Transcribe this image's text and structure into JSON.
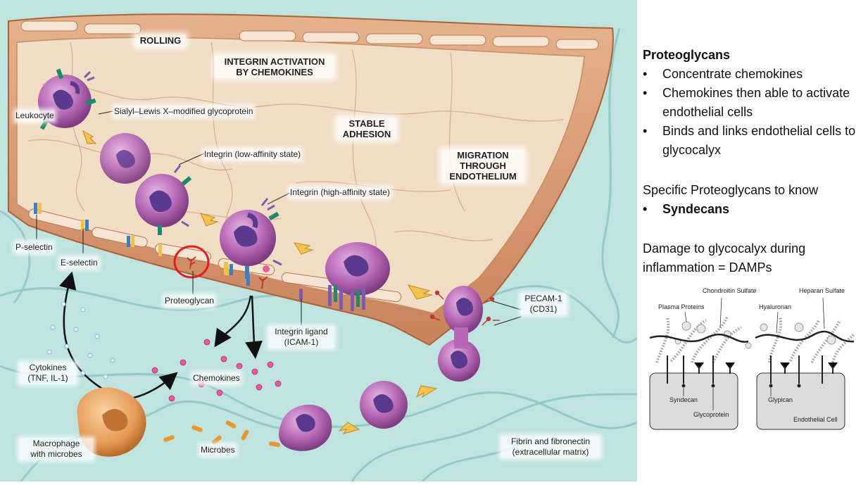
{
  "illustration": {
    "stages": {
      "rolling": "ROLLING",
      "integrin_activation_1": "INTEGRIN ACTIVATION",
      "integrin_activation_2": "BY CHEMOKINES",
      "stable_1": "STABLE",
      "stable_2": "ADHESION",
      "migration_1": "MIGRATION",
      "migration_2": "THROUGH",
      "migration_3": "ENDOTHELIUM"
    },
    "labels": {
      "leukocyte": "Leukocyte",
      "sialyl": "Sialyl–Lewis X–modified glycoprotein",
      "integrin_low": "Integrin (low-affinity state)",
      "integrin_high": "Integrin (high-affinity state)",
      "p_selectin": "P-selectin",
      "e_selectin": "E-selectin",
      "proteoglycan": "Proteoglycan",
      "integrin_ligand_1": "Integrin ligand",
      "integrin_ligand_2": "(ICAM-1)",
      "pecam_1": "PECAM-1",
      "pecam_2": "(CD31)",
      "cytokines_1": "Cytokines",
      "cytokines_2": "(TNF, IL-1)",
      "chemokines": "Chemokines",
      "macrophage_1": "Macrophage",
      "macrophage_2": "with microbes",
      "microbes": "Microbes",
      "fibrin_1": "Fibrin and fibronectin",
      "fibrin_2": "(extracellular matrix)"
    }
  },
  "panel": {
    "title": "Proteoglycans",
    "bullets": [
      "Concentrate chemokines",
      "Chemokines then able to activate endothelial cells",
      "Binds and links endothelial cells to glycocalyx"
    ],
    "specific_heading": "Specific Proteoglycans to know",
    "specific_bullets": [
      "Syndecans"
    ],
    "damage_text": "Damage to glycocalyx during inflammation = DAMPs"
  },
  "glycocalyx": {
    "chondroitin": "Chondroitin Sulfate",
    "heparan": "Heparan Sulfate",
    "plasma_proteins": "Plasma Proteins",
    "hyaluronan": "Hyaluronan",
    "syndecan": "Syndecan",
    "glycoprotein": "Glycoprotein",
    "glypican": "Glypican",
    "endothelial_cell": "Endothelial Cell"
  },
  "colors": {
    "background": "#bfe3df",
    "vessel_wall": "#d9a07a",
    "lumen": "#f1dcc4",
    "leukocyte": "#b667b5",
    "nucleus": "#5a3a8e",
    "macrophage": "#e59a55",
    "highlight_circle": "#e41e1e",
    "chemokine": "#e85a9a"
  }
}
